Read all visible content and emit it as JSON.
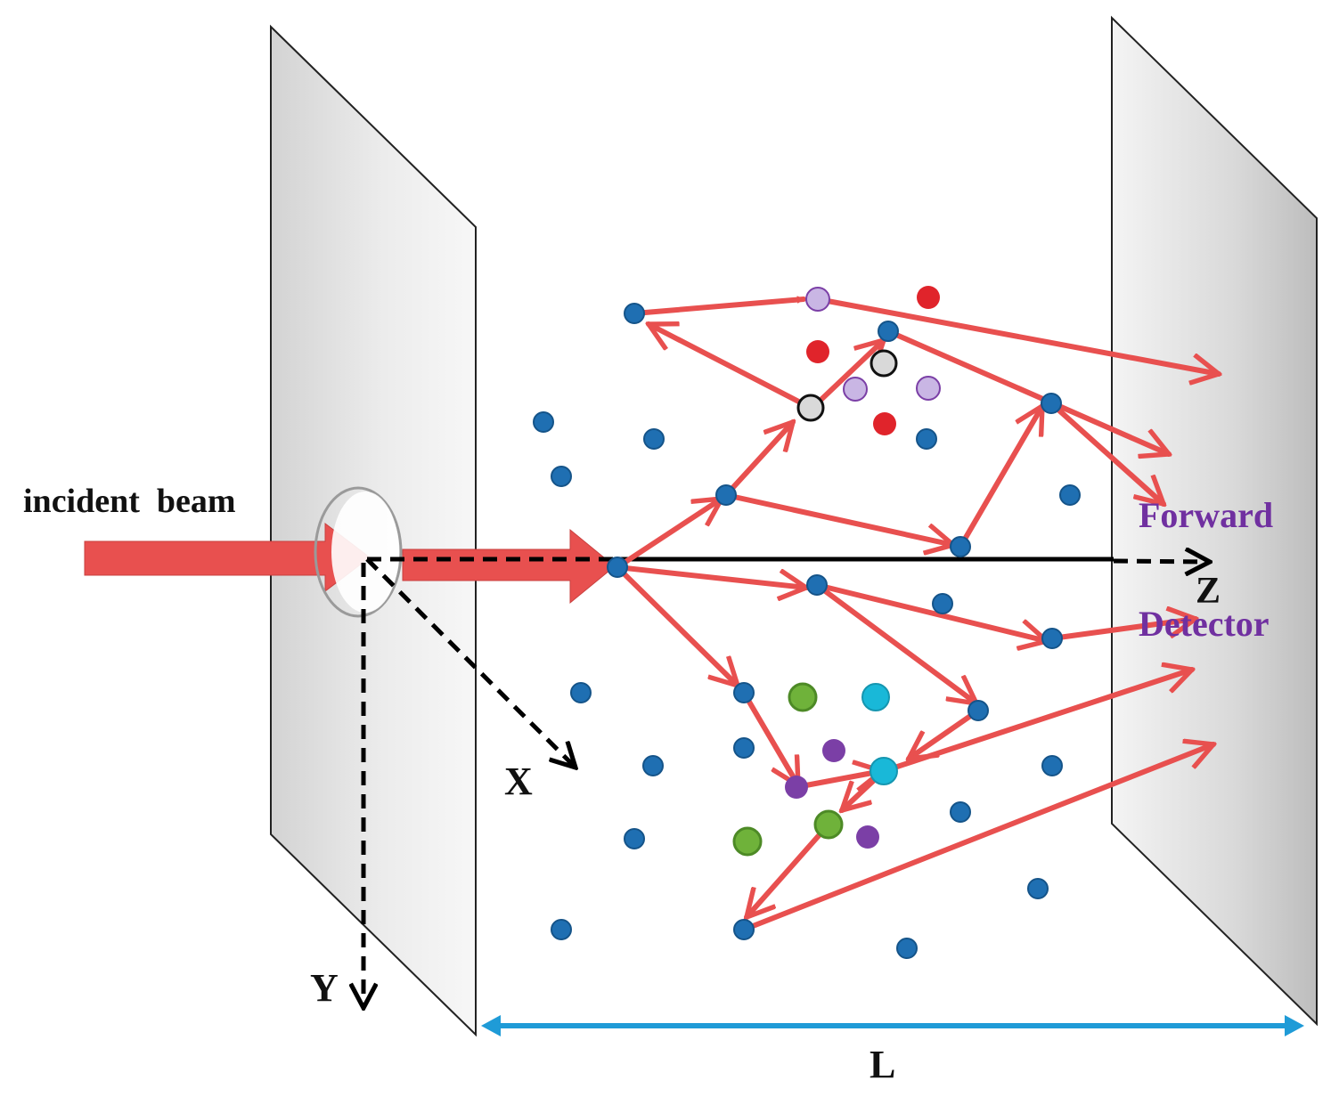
{
  "labels": {
    "incident_beam": "incident  beam",
    "forward": "Forward",
    "detector": "Detector",
    "axis_x": "X",
    "axis_y": "Y",
    "axis_z": "Z",
    "length": "L"
  },
  "colors": {
    "beam": "#e8504f",
    "scatter_path": "#e8504f",
    "particle_blue": "#1f6fb2",
    "particle_red": "#e0242b",
    "particle_lavender": "#c9b6e4",
    "particle_gray": "#d9d9d9",
    "particle_green": "#6fb23a",
    "particle_cyan": "#19b8d8",
    "particle_purple": "#7b3fa6",
    "length_arrow": "#1f9bd7",
    "detector_text": "#7030a0"
  }
}
